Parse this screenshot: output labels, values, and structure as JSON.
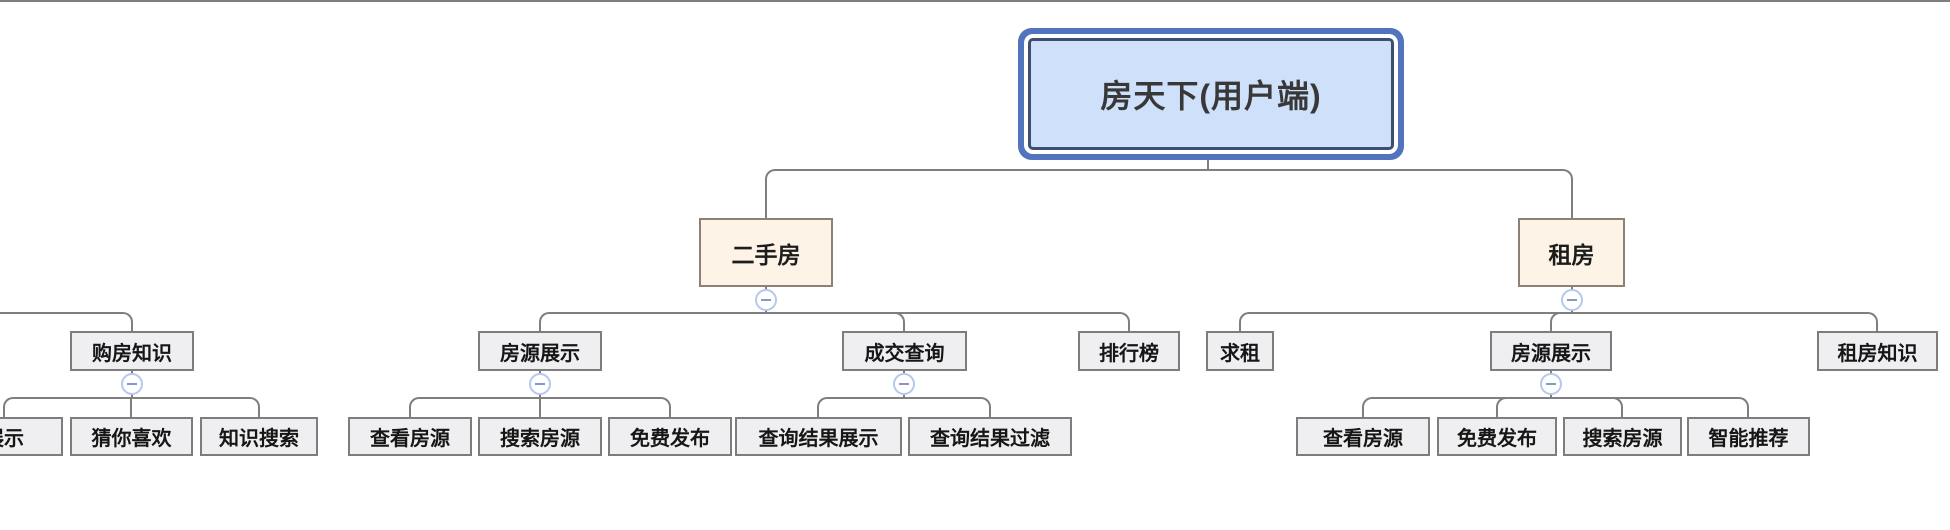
{
  "diagram": {
    "root": {
      "label": "房天下(用户端)"
    },
    "branches": [
      {
        "label": "",
        "children": [
          {
            "label": "购房知识",
            "children": [
              {
                "label": "展示",
                "clipped": true
              },
              {
                "label": "猜你喜欢"
              },
              {
                "label": "知识搜索"
              }
            ]
          }
        ]
      },
      {
        "label": "二手房",
        "children": [
          {
            "label": "房源展示",
            "children": [
              {
                "label": "查看房源"
              },
              {
                "label": "搜索房源"
              },
              {
                "label": "免费发布"
              }
            ]
          },
          {
            "label": "成交查询",
            "children": [
              {
                "label": "查询结果展示"
              },
              {
                "label": "查询结果过滤"
              }
            ]
          },
          {
            "label": "排行榜"
          }
        ]
      },
      {
        "label": "租房",
        "children": [
          {
            "label": "求租"
          },
          {
            "label": "房源展示",
            "children": [
              {
                "label": "查看房源"
              },
              {
                "label": "免费发布"
              },
              {
                "label": "搜索房源"
              },
              {
                "label": "智能推荐"
              }
            ]
          },
          {
            "label": "租房知识"
          }
        ]
      }
    ],
    "icons": {
      "collapse": "minus-circle"
    },
    "colors": {
      "root_fill": "#cfe0fa",
      "root_border": "#3d4f70",
      "root_selection_ring": "#5273bd",
      "branch_fill": "#fdf3e7",
      "branch_border": "#8b8174",
      "node_fill": "#efeff1",
      "node_border": "#7d7d7d",
      "connector": "#7f7f7f",
      "collapse_ring": "#b5c8ee",
      "collapse_glyph": "#8398cb"
    }
  }
}
